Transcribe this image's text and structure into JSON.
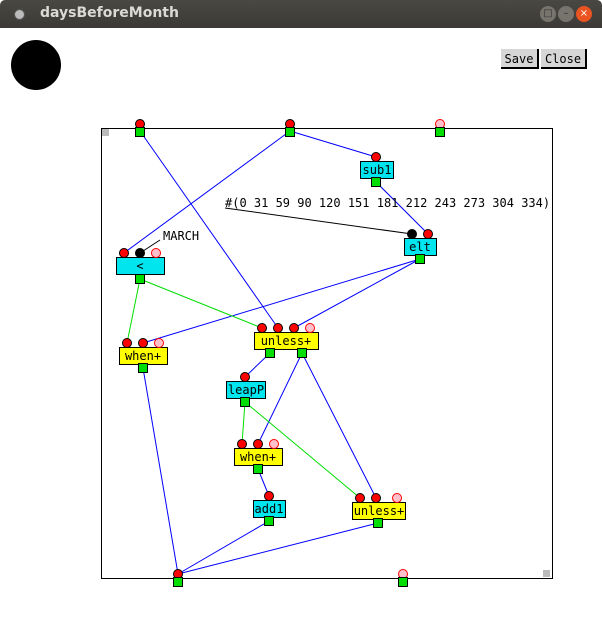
{
  "window": {
    "title": "daysBeforeMonth"
  },
  "toolbar": {
    "save_label": "Save",
    "close_label": "Close"
  },
  "diagram": {
    "literal": "#(0 31 59 90 120 151 181 212 243 273 304 334)",
    "constant": "MARCH",
    "nodes": {
      "lt": "<",
      "sub1": "sub1",
      "elt": "elt",
      "when1": "when+",
      "unless1": "unless+",
      "leapP": "leapP",
      "when2": "when+",
      "add1": "add1",
      "unless2": "unless+"
    }
  },
  "colors": {
    "function_node": "#00e5ee",
    "macro_node": "#ffff00",
    "input_port": "#ff0000",
    "optional_port": "#ffc0cb",
    "output_port": "#00e000",
    "control_wire": "#00e000",
    "data_wire": "#0000ff"
  }
}
